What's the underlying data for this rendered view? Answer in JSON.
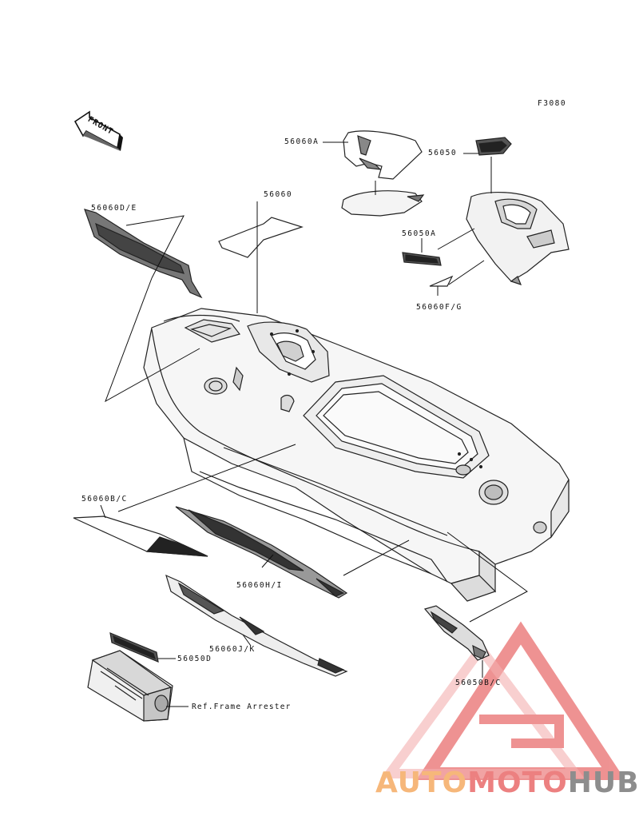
{
  "figure_code": "F3080",
  "front_label": "FRONT",
  "parts": [
    {
      "key": "p56060A",
      "label": "56060A"
    },
    {
      "key": "p56050",
      "label": "56050"
    },
    {
      "key": "p56060DE",
      "label": "56060D/E"
    },
    {
      "key": "p56060",
      "label": "56060"
    },
    {
      "key": "p56050A",
      "label": "56050A"
    },
    {
      "key": "p56060FG",
      "label": "56060F/G"
    },
    {
      "key": "p56060BC",
      "label": "56060B/C"
    },
    {
      "key": "p56060HI",
      "label": "56060H/I"
    },
    {
      "key": "p56060JK",
      "label": "56060J/K"
    },
    {
      "key": "p56050D",
      "label": "56050D"
    },
    {
      "key": "p56050BC",
      "label": "56050B/C"
    }
  ],
  "reference_note": "Ref.Frame Arrester",
  "watermark": {
    "brand_part1": "AUTO",
    "brand_part2": "MOTO",
    "brand_part3": "HUB",
    "colors": {
      "orange": "#f6b77a",
      "red": "#ec8080",
      "gray": "#8d8d8d"
    }
  }
}
